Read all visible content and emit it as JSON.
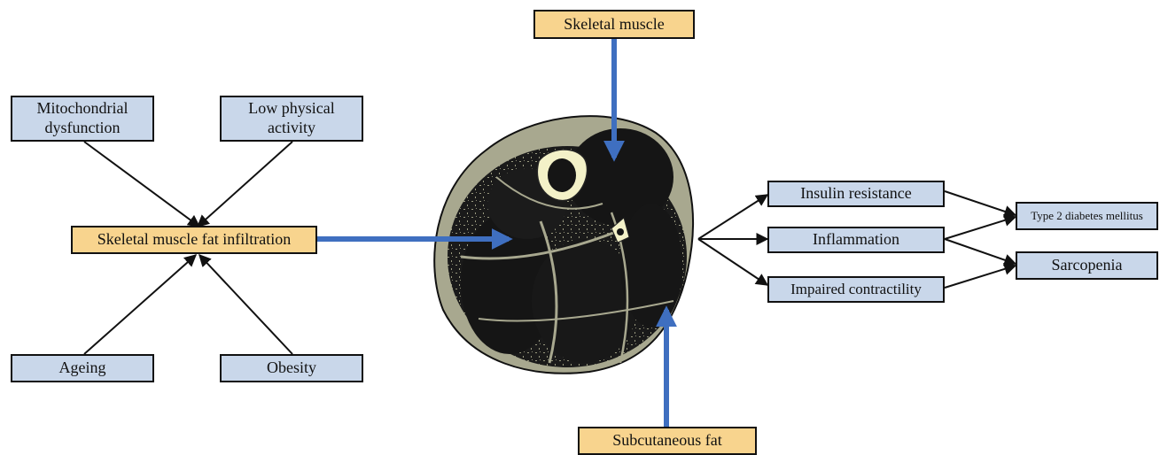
{
  "colors": {
    "box_blue": "#c9d7ea",
    "box_yellow": "#f8d48e",
    "arrow_blue": "#3f6fc0",
    "arrow_black": "#111111",
    "muscle_dark": "#151515",
    "muscle_fat": "#a8a88f",
    "bone": "#f3f1c8"
  },
  "boxes": {
    "mitochondrial": "Mitochondrial dysfunction",
    "mitochondrial_line1": "Mitochondrial",
    "mitochondrial_line2": "dysfunction",
    "low_activity_line1": "Low physical",
    "low_activity_line2": "activity",
    "fat_infiltration": "Skeletal muscle fat infiltration",
    "ageing": "Ageing",
    "obesity": "Obesity",
    "skeletal_muscle": "Skeletal muscle",
    "subcutaneous_fat": "Subcutaneous fat",
    "insulin_resistance": "Insulin resistance",
    "inflammation": "Inflammation",
    "impaired_contractility": "Impaired contractility",
    "t2dm": "Type 2 diabetes mellitus",
    "sarcopenia": "Sarcopenia"
  },
  "image": {
    "icon": "muscle-cross-section-icon"
  }
}
